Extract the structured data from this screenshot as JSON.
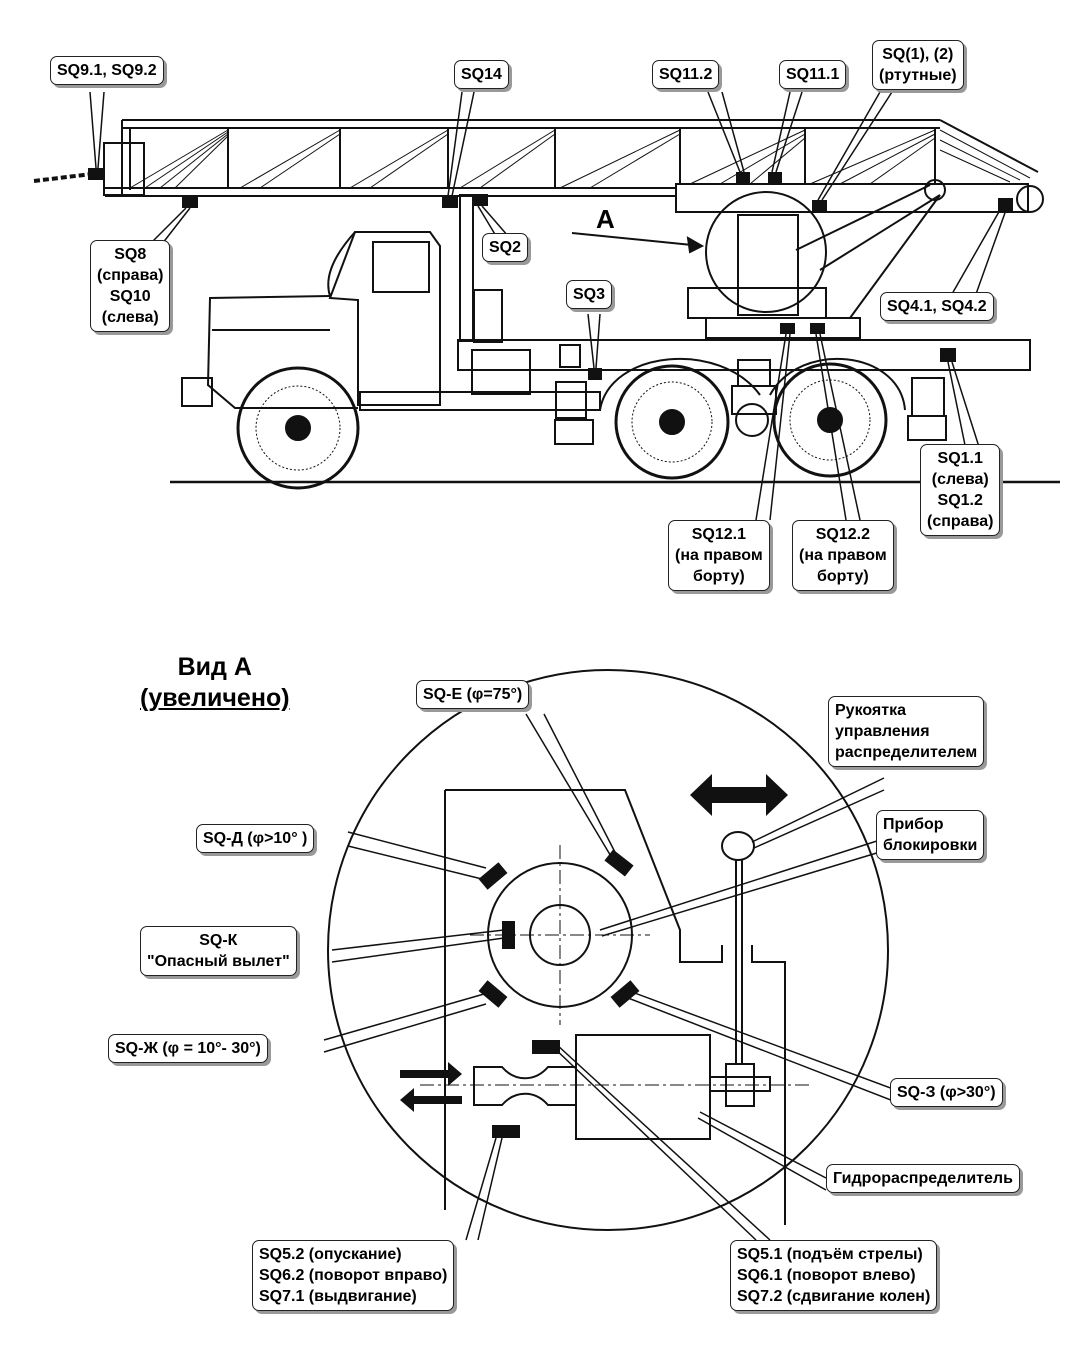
{
  "truck_labels": {
    "sq9": "SQ9.1, SQ9.2",
    "sq14": "SQ14",
    "sq11_2": "SQ11.2",
    "sq11_1": "SQ11.1",
    "sq_mercury": [
      "SQ(1), (2)",
      "(ртутные)"
    ],
    "sq8": [
      "SQ8",
      "(справа)",
      "SQ10",
      "(слева)"
    ],
    "sq2": "SQ2",
    "sq3": "SQ3",
    "sq4": "SQ4.1, SQ4.2",
    "sq1": [
      "SQ1.1",
      "(слева)",
      "SQ1.2",
      "(справа)"
    ],
    "sq12_1": [
      "SQ12.1",
      "(на правом",
      "борту)"
    ],
    "sq12_2": [
      "SQ12.2",
      "(на правом",
      "борту)"
    ],
    "view_marker": "А"
  },
  "view_a": {
    "title": [
      "Вид А",
      "(увеличено)"
    ],
    "sq_e": "SQ-Е (φ=75°)",
    "sq_d": "SQ-Д (φ>10° )",
    "sq_k": [
      "SQ-К",
      "\"Опасный вылет\""
    ],
    "sq_zh": "SQ-Ж (φ = 10°- 30°)",
    "sq_z": "SQ-З (φ>30°)",
    "handle": [
      "Рукоятка",
      "управления",
      "распределителем"
    ],
    "lock_device": [
      "Прибор",
      "блокировки"
    ],
    "hydro": "Гидрораспределитель",
    "sq5_2_group": [
      "SQ5.2 (опускание)",
      "SQ6.2 (поворот вправо)",
      "SQ7.1 (выдвигание)"
    ],
    "sq5_1_group": [
      "SQ5.1 (подъём стрелы)",
      "SQ6.1 (поворот влево)",
      "SQ7.2 (сдвигание колен)"
    ]
  }
}
